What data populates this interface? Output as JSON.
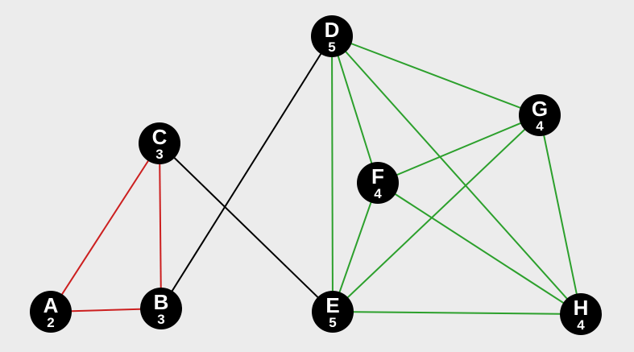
{
  "graph": {
    "background": "#ececec",
    "node_color": "#000000",
    "text_color": "#ffffff",
    "edge_colors": {
      "red": "#cc1f1f",
      "black": "#000000",
      "green": "#2ca02c"
    },
    "nodes": [
      {
        "id": "A",
        "label": "A",
        "degree": "2"
      },
      {
        "id": "B",
        "label": "B",
        "degree": "3"
      },
      {
        "id": "C",
        "label": "C",
        "degree": "3"
      },
      {
        "id": "D",
        "label": "D",
        "degree": "5"
      },
      {
        "id": "E",
        "label": "E",
        "degree": "5"
      },
      {
        "id": "F",
        "label": "F",
        "degree": "4"
      },
      {
        "id": "G",
        "label": "G",
        "degree": "4"
      },
      {
        "id": "H",
        "label": "H",
        "degree": "4"
      }
    ],
    "edges": [
      {
        "from": "A",
        "to": "B",
        "color": "red"
      },
      {
        "from": "A",
        "to": "C",
        "color": "red"
      },
      {
        "from": "B",
        "to": "C",
        "color": "red"
      },
      {
        "from": "C",
        "to": "E",
        "color": "black"
      },
      {
        "from": "B",
        "to": "D",
        "color": "black"
      },
      {
        "from": "D",
        "to": "E",
        "color": "green"
      },
      {
        "from": "D",
        "to": "F",
        "color": "green"
      },
      {
        "from": "D",
        "to": "G",
        "color": "green"
      },
      {
        "from": "D",
        "to": "H",
        "color": "green"
      },
      {
        "from": "E",
        "to": "F",
        "color": "green"
      },
      {
        "from": "E",
        "to": "G",
        "color": "green"
      },
      {
        "from": "E",
        "to": "H",
        "color": "green"
      },
      {
        "from": "F",
        "to": "G",
        "color": "green"
      },
      {
        "from": "F",
        "to": "H",
        "color": "green"
      },
      {
        "from": "G",
        "to": "H",
        "color": "green"
      }
    ]
  }
}
